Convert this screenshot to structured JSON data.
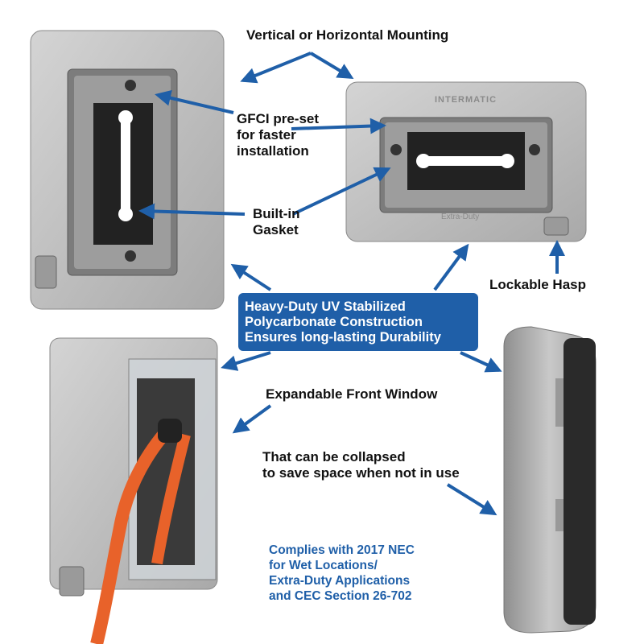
{
  "labels": {
    "mounting": "Vertical or Horizontal Mounting",
    "gfci": [
      "GFCI pre-set",
      "for faster",
      "installation"
    ],
    "gasket": [
      "Built-in",
      "Gasket"
    ],
    "hasp": "Lockable Hasp",
    "expandable": "Expandable Front Window",
    "collapsible": [
      "That can be collapsed",
      "to save space when not in use"
    ]
  },
  "banner": {
    "lines": [
      "Heavy-Duty UV Stabilized",
      "Polycarbonate Construction",
      "Ensures long-lasting Durability"
    ]
  },
  "compliance": {
    "lines": [
      "Complies with 2017 NEC",
      "for Wet Locations/",
      "Extra-Duty Applications",
      "and CEC Section 26-702"
    ]
  },
  "product": {
    "brand": "INTERMATIC",
    "model_text": "Extra-Duty"
  },
  "colors": {
    "accent_blue": "#1f5fa8",
    "arrow_blue": "#1f5fa8",
    "housing_gray": "#bdbdbd",
    "cord_orange": "#e8622a"
  }
}
